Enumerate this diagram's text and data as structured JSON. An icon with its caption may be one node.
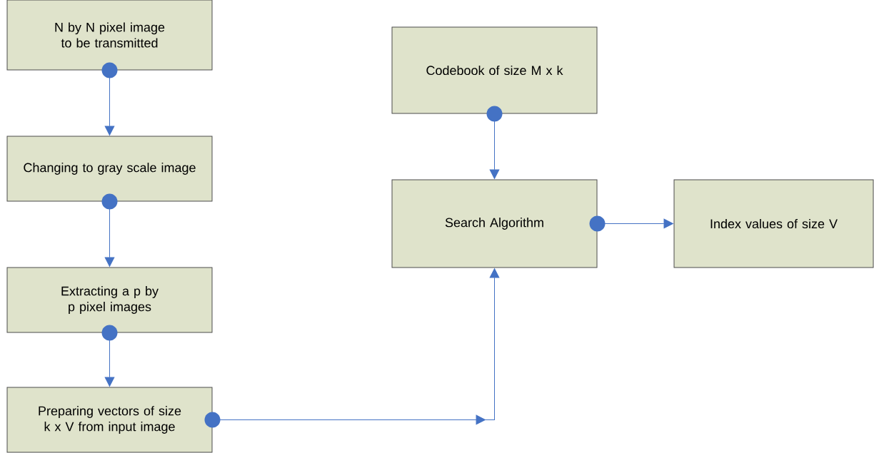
{
  "diagram": {
    "nodes": [
      {
        "text": [
          "N by N pixel image to be transmitted"
        ]
      },
      {
        "text": [
          "Changing to gray scale image"
        ]
      },
      {
        "text": [
          "Extracting a p by p pixel images"
        ]
      },
      {
        "text": [
          "Preparing vectors of size k x V from input image"
        ]
      },
      {
        "text": [
          "Codebook of size M x k"
        ]
      },
      {
        "text": [
          "Search Algorithm"
        ]
      },
      {
        "text": [
          "Index values of size V"
        ]
      }
    ],
    "edges": [
      {
        "from": 0,
        "to": 1,
        "arrow": "to"
      },
      {
        "from": 1,
        "to": 2,
        "arrow": "to"
      },
      {
        "from": 2,
        "to": 3,
        "arrow": "to"
      },
      {
        "from": 4,
        "to": 5,
        "arrow": "to"
      },
      {
        "from": 3,
        "to": 5,
        "arrow": "to"
      },
      {
        "from": 5,
        "to": 6,
        "arrow": "to"
      }
    ]
  }
}
